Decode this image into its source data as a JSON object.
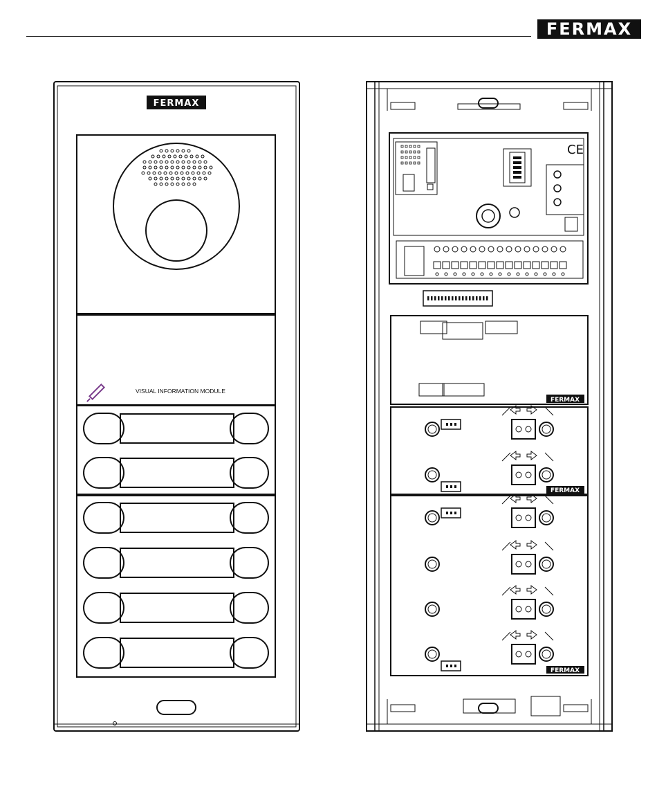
{
  "header": {
    "brand": "FERMAX"
  },
  "front_panel": {
    "logo_text": "FERMAX",
    "module_label": "VISUAL INFORMATION MODULE",
    "button_rows": 6
  },
  "rear_panel": {
    "module_logo_text": "FERMAX",
    "ce_mark": "CE"
  },
  "colors": {
    "line": "#111111",
    "fill_dark": "#1a1a1a",
    "icon_accent": "#7a3c8c"
  }
}
